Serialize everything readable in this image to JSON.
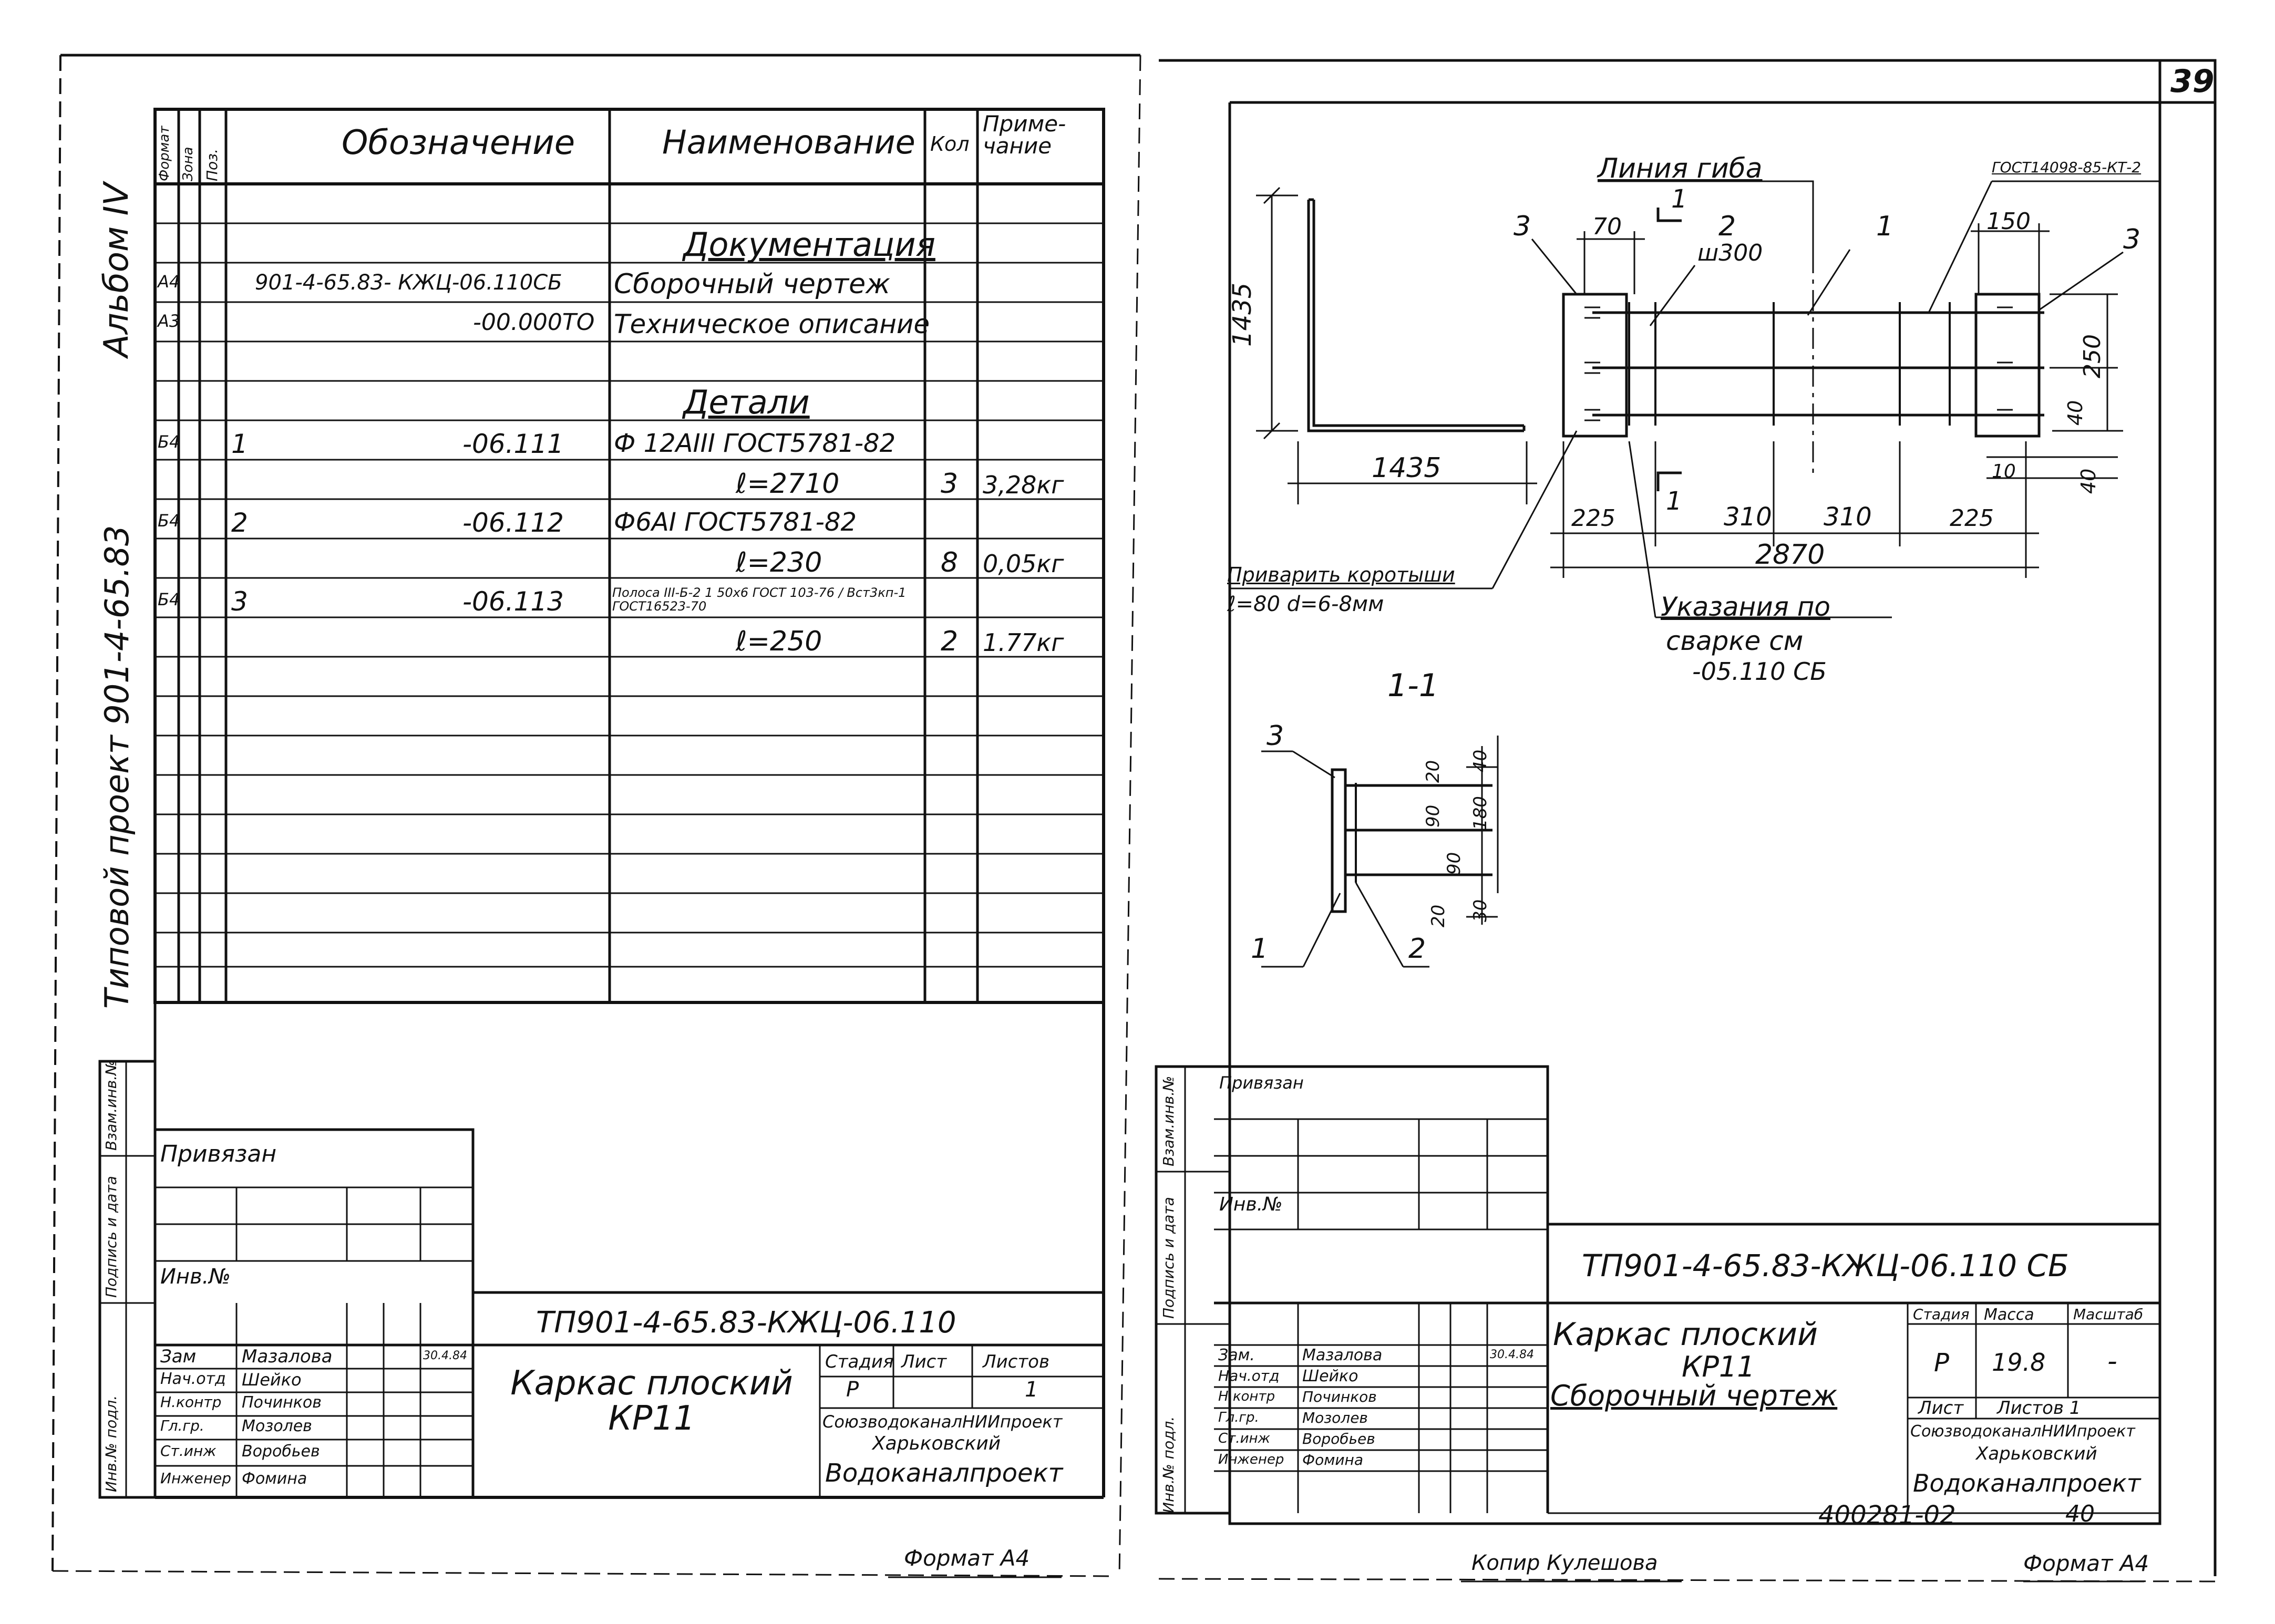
{
  "sheet_number": "39",
  "left_sheet": {
    "side_labels": {
      "album": "Альбом IV",
      "project": "Типовой проект 901-4-65.83"
    },
    "spec_table": {
      "headers": {
        "format": "Формат",
        "zone": "Зона",
        "pos": "Поз.",
        "designation": "Обозначение",
        "name": "Наименование",
        "qty": "Кол",
        "note": "Приме-чание"
      },
      "section_documentation": "Документация",
      "doc_rows": [
        {
          "format": "А4",
          "designation": "901-4-65.83- КЖЦ-06.110СБ",
          "name": "Сборочный чертеж"
        },
        {
          "format": "А3",
          "designation": "-00.000ТО",
          "name": "Техническое описание"
        }
      ],
      "section_details": "Детали",
      "detail_rows": [
        {
          "format": "Б4",
          "pos": "1",
          "designation": "-06.111",
          "name": "Ф 12АIII ГОСТ5781-82",
          "length": "ℓ=2710",
          "qty": "3",
          "note": "3,28кг"
        },
        {
          "format": "Б4",
          "pos": "2",
          "designation": "-06.112",
          "name": "Ф6АI ГОСТ5781-82",
          "length": "ℓ=230",
          "qty": "8",
          "note": "0,05кг"
        },
        {
          "format": "Б4",
          "pos": "3",
          "designation": "-06.113",
          "name": "Полоса III-Б-2 1 50x6 ГОСТ 103-76 / Вст3кп-1 ГОСТ16523-70",
          "length": "ℓ=250",
          "qty": "2",
          "note": "1.77кг"
        }
      ]
    },
    "stamp_side": {
      "inv": "Инв.№ подл.",
      "sign": "Подпись и дата",
      "vzam": "Взам.инв.№"
    },
    "privyazan": "Привязан",
    "inv_no": "Инв.№",
    "title_block": {
      "code": "ТП901-4-65.83-КЖЦ-06.110",
      "title": "Каркас плоский КР11",
      "stage_label": "Стадия",
      "sheet_label": "Лист",
      "sheets_label": "Листов",
      "stage": "Р",
      "sheets": "1",
      "org1": "СоюзводоканалНИИпроект",
      "org2": "Харьковский",
      "org3": "Водоканалпроект",
      "people": [
        {
          "role": "Зам",
          "name": "Мазалова",
          "date": "30.4.84"
        },
        {
          "role": "Нач.отд",
          "name": "Шейко"
        },
        {
          "role": "Н.контр",
          "name": "Починков"
        },
        {
          "role": "Гл.гр.",
          "name": "Мозолев"
        },
        {
          "role": "Ст.инж",
          "name": "Воробьев"
        },
        {
          "role": "Инженер",
          "name": "Фомина"
        }
      ]
    },
    "format": "Формат А4"
  },
  "right_sheet": {
    "drawing": {
      "bend_line": "Линия гиба",
      "gost_note": "ГОСТ14098-85-КТ-2",
      "weld_note": "Приварить коротыши",
      "weld_params": "ℓ=80 d=6-8мм",
      "welding_ref1": "Указания по",
      "welding_ref2": "сварке см",
      "welding_ref3": "-05.110 СБ",
      "section_label": "1-1",
      "step": "ш300",
      "dims": {
        "d1435v": "1435",
        "d1435h": "1435",
        "d70": "70",
        "d150": "150",
        "d250": "250",
        "d40": "40",
        "d10": "10",
        "d40b": "40",
        "d225a": "225",
        "d310a": "310",
        "d310b": "310",
        "d225b": "225",
        "d2870": "2870",
        "s20a": "20",
        "s40": "40",
        "s90a": "90",
        "s90b": "90",
        "s180": "180",
        "s20b": "20",
        "s30": "30"
      },
      "pos_labels": {
        "p1": "1",
        "p2": "2",
        "p3": "3",
        "p3b": "3",
        "s1": "1",
        "s2": "2",
        "s3": "3",
        "cut": "1",
        "cutb": "1"
      }
    },
    "privyazan": "Привязан",
    "inv_no": "Инв.№",
    "title_block": {
      "code": "ТП901-4-65.83-КЖЦ-06.110 СБ",
      "title": "Каркас плоский",
      "subtitle": "КР11",
      "doc_type": "Сборочный чертеж",
      "stage_label": "Стадия",
      "mass_label": "Масса",
      "scale_label": "Масштаб",
      "stage": "Р",
      "mass": "19.8",
      "scale": "-",
      "sheet_label": "Лист",
      "sheets_label": "Листов 1",
      "org1": "СоюзводоканалНИИпроект",
      "org2": "Харьковский",
      "org3": "Водоканалпроект",
      "people": [
        {
          "role": "Зам.",
          "name": "Мазалова",
          "date": "30.4.84"
        },
        {
          "role": "Нач.отд",
          "name": "Шейко"
        },
        {
          "role": "Н.контр",
          "name": "Починков"
        },
        {
          "role": "Гл.гр.",
          "name": "Мозолев"
        },
        {
          "role": "Ст.инж",
          "name": "Воробьев"
        },
        {
          "role": "Инженер",
          "name": "Фомина"
        }
      ]
    },
    "archive_no": "400281-02",
    "page_no": "40",
    "copied": "Копир Кулешова",
    "format": "Формат А4"
  }
}
